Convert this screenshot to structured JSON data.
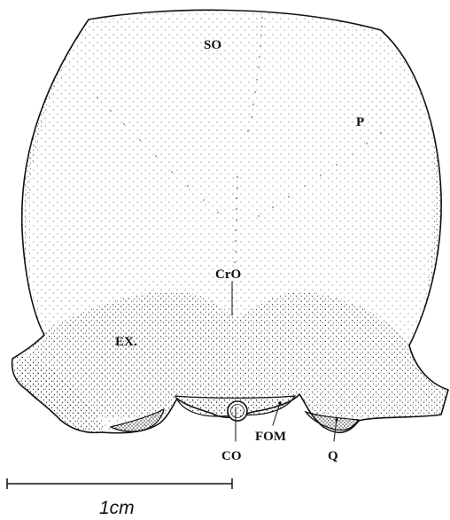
{
  "labels": {
    "so": "SO",
    "p": "P",
    "cro": "CrO",
    "ex": "EX.",
    "fom": "FOM",
    "co": "CO",
    "q": "Q"
  },
  "scale_bar": {
    "label": "1cm"
  }
}
